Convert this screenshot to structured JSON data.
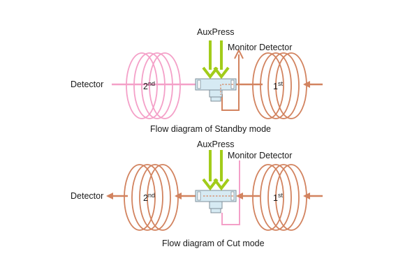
{
  "colors": {
    "pink": "#f4a0c8",
    "copper": "#d2835f",
    "lime": "#a2cc1a",
    "tee_fill": "#d6eaf3",
    "tee_stroke": "#7f8f9a"
  },
  "diagrams": [
    {
      "mode": "standby",
      "caption": "Flow diagram of Standby mode",
      "detector_label": "Detector",
      "auxpress_label": "AuxPress",
      "monitor_label": "Monitor Detector",
      "coil_left": {
        "text": "2",
        "sup": "nd",
        "color": "pink"
      },
      "coil_right": {
        "text": "1",
        "sup": "st",
        "color": "copper"
      }
    },
    {
      "mode": "cut",
      "caption": "Flow diagram of Cut mode",
      "detector_label": "Detector",
      "auxpress_label": "AuxPress",
      "monitor_label": "Monitor Detector",
      "coil_left": {
        "text": "2",
        "sup": "nd",
        "color": "copper"
      },
      "coil_right": {
        "text": "1",
        "sup": "st",
        "color": "copper"
      }
    }
  ]
}
